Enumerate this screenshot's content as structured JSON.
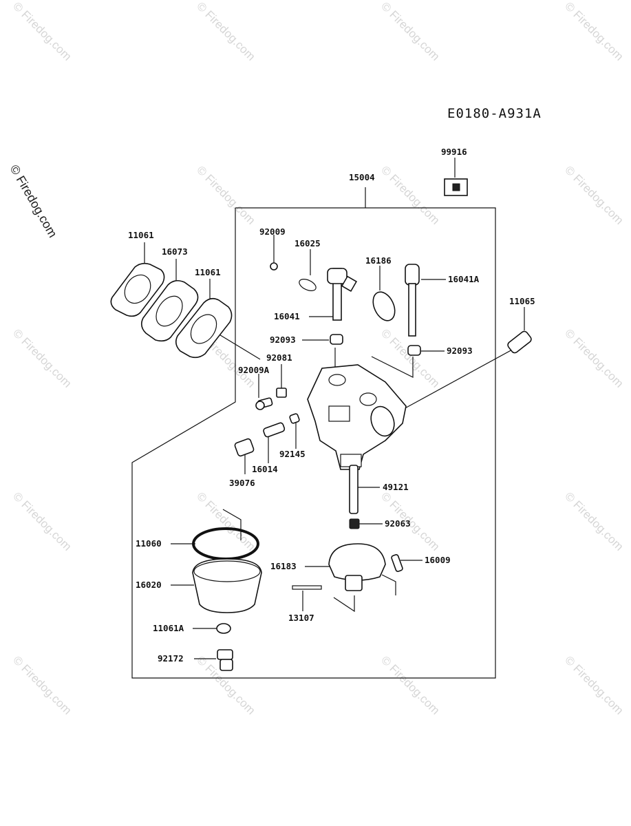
{
  "drawing_code": "E0180-A931A",
  "watermark": "© Firedog.com",
  "side_watermark": "© Firedog.com",
  "assembly": {
    "number": "15004"
  },
  "parts": [
    {
      "id": "99916",
      "label": "99916"
    },
    {
      "id": "11061a",
      "label": "11061"
    },
    {
      "id": "16073",
      "label": "16073"
    },
    {
      "id": "11061b",
      "label": "11061"
    },
    {
      "id": "92009",
      "label": "92009"
    },
    {
      "id": "16025",
      "label": "16025"
    },
    {
      "id": "16186",
      "label": "16186"
    },
    {
      "id": "16041A",
      "label": "16041A"
    },
    {
      "id": "16041",
      "label": "16041"
    },
    {
      "id": "11065",
      "label": "11065"
    },
    {
      "id": "92093a",
      "label": "92093"
    },
    {
      "id": "92093b",
      "label": "92093"
    },
    {
      "id": "92081",
      "label": "92081"
    },
    {
      "id": "92009A",
      "label": "92009A"
    },
    {
      "id": "92145",
      "label": "92145"
    },
    {
      "id": "16014",
      "label": "16014"
    },
    {
      "id": "39076",
      "label": "39076"
    },
    {
      "id": "49121",
      "label": "49121"
    },
    {
      "id": "92063",
      "label": "92063"
    },
    {
      "id": "11060",
      "label": "11060"
    },
    {
      "id": "16183",
      "label": "16183"
    },
    {
      "id": "16009",
      "label": "16009"
    },
    {
      "id": "16020",
      "label": "16020"
    },
    {
      "id": "13107",
      "label": "13107"
    },
    {
      "id": "11061A",
      "label": "11061A"
    },
    {
      "id": "92172",
      "label": "92172"
    }
  ]
}
